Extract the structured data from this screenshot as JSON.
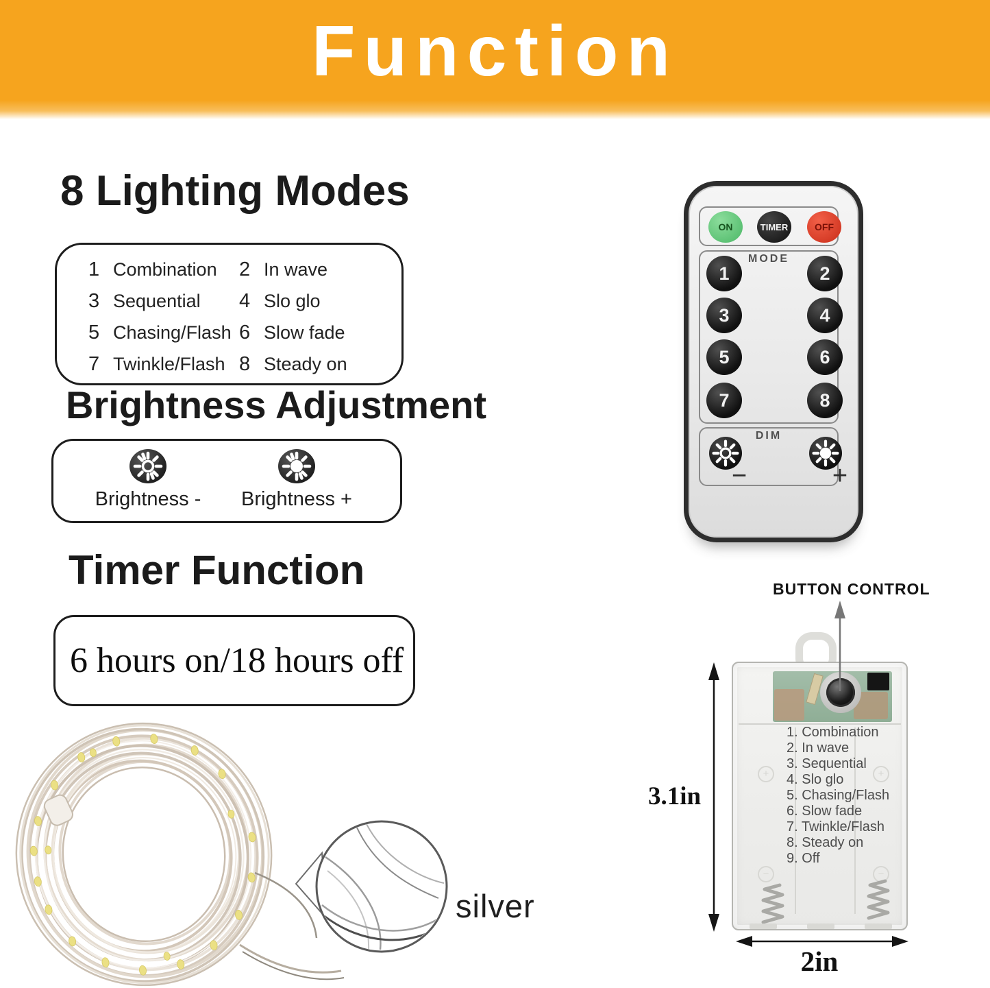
{
  "banner": {
    "title": "Function",
    "bg_color": "#F6A41E"
  },
  "sections": {
    "lighting_modes": {
      "heading": "8 Lighting Modes",
      "modes": [
        {
          "num": "1",
          "label": "Combination"
        },
        {
          "num": "2",
          "label": "In wave"
        },
        {
          "num": "3",
          "label": "Sequential"
        },
        {
          "num": "4",
          "label": "Slo glo"
        },
        {
          "num": "5",
          "label": "Chasing/Flash"
        },
        {
          "num": "6",
          "label": "Slow fade"
        },
        {
          "num": "7",
          "label": "Twinkle/Flash"
        },
        {
          "num": "8",
          "label": "Steady on"
        }
      ]
    },
    "brightness": {
      "heading": "Brightness Adjustment",
      "minus_icon": "sun-dim-icon",
      "plus_icon": "sun-bright-icon",
      "minus_label": "Brightness -",
      "plus_label": "Brightness +"
    },
    "timer": {
      "heading": "Timer Function",
      "schedule": "6 hours on/18 hours off"
    }
  },
  "remote": {
    "on_label": "ON",
    "timer_label": "TIMER",
    "off_label": "OFF",
    "mode_section_label": "MODE",
    "mode_buttons": [
      "1",
      "2",
      "3",
      "4",
      "5",
      "6",
      "7",
      "8"
    ],
    "dim_section_label": "DIM",
    "dim_minus_label": "−",
    "dim_plus_label": "+",
    "colors": {
      "on": "#5FC878",
      "off": "#E2402B",
      "button": "#1A1A1A"
    }
  },
  "battery_box": {
    "callout_label": "BUTTON CONTROL",
    "mode_list": [
      "1. Combination",
      "2. In wave",
      "3. Sequential",
      "4. Slo glo",
      "5. Chasing/Flash",
      "6. Slow fade",
      "7. Twinkle/Flash",
      "8. Steady on",
      "9. Off"
    ],
    "height_dimension": "3.1in",
    "width_dimension": "2in"
  },
  "string_lights": {
    "wire_color_label": "silver"
  }
}
